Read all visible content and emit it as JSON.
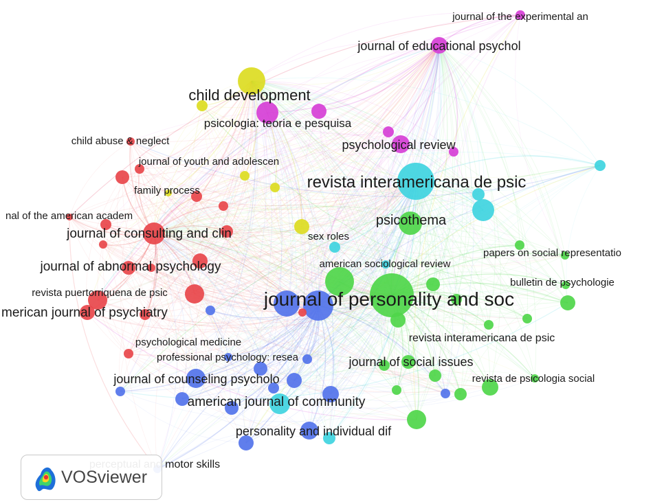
{
  "colors": {
    "red": "#e8474b",
    "yellow": "#dcdc22",
    "magenta": "#d63fd6",
    "cyan": "#3fd4e0",
    "green": "#4fd64a",
    "blue": "#5273ea"
  },
  "logo": {
    "text": "VOSviewer"
  },
  "labels": [
    {
      "id": "journal-of-the-experimental-an",
      "text": "journal of the experimental an",
      "cluster": "magenta"
    },
    {
      "id": "journal-of-educational-psychol",
      "text": "journal of educational psychol",
      "cluster": "magenta"
    },
    {
      "id": "child-development",
      "text": "child development",
      "cluster": "yellow"
    },
    {
      "id": "psicologia-teoria-e-pesquisa",
      "text": "psicologia: teoria e pesquisa",
      "cluster": "magenta"
    },
    {
      "id": "child-abuse-neglect",
      "text": "child abuse & neglect",
      "cluster": "red"
    },
    {
      "id": "psychological-review",
      "text": "psychological review",
      "cluster": "magenta"
    },
    {
      "id": "journal-of-youth-and-adolescen",
      "text": "journal of youth and adolescen",
      "cluster": "yellow"
    },
    {
      "id": "revista-interamericana-de-psic-1",
      "text": "revista interamericana de psic",
      "cluster": "cyan"
    },
    {
      "id": "family-process",
      "text": "family process",
      "cluster": "yellow"
    },
    {
      "id": "nal-of-the-american-academ",
      "text": "nal of the american academ",
      "cluster": "red"
    },
    {
      "id": "psicothema",
      "text": "psicothema",
      "cluster": "green"
    },
    {
      "id": "journal-of-consulting-and-clin",
      "text": "journal of consulting and clin",
      "cluster": "red"
    },
    {
      "id": "sex-roles",
      "text": "sex roles",
      "cluster": "yellow"
    },
    {
      "id": "papers-on-social-representatio",
      "text": "papers on social representatio",
      "cluster": "green"
    },
    {
      "id": "american-sociological-review",
      "text": "american sociological review",
      "cluster": "cyan"
    },
    {
      "id": "journal-of-abnormal-psychology",
      "text": "journal of abnormal psychology",
      "cluster": "red"
    },
    {
      "id": "bulletin-de-psychologie",
      "text": "bulletin de psychologie",
      "cluster": "green"
    },
    {
      "id": "revista-puertorriquena-de-psic",
      "text": "revista puertorriquena de psic",
      "cluster": "red"
    },
    {
      "id": "journal-of-personality-and-soc",
      "text": "journal of personality and soc",
      "cluster": "green"
    },
    {
      "id": "merican-journal-of-psychiatry",
      "text": "merican journal of psychiatry",
      "cluster": "red"
    },
    {
      "id": "revista-interamericana-de-psic-2",
      "text": "revista interamericana de psic",
      "cluster": "green"
    },
    {
      "id": "psychological-medicine",
      "text": "psychological medicine",
      "cluster": "red"
    },
    {
      "id": "professional-psychology-resea",
      "text": "professional psychology: resea",
      "cluster": "blue"
    },
    {
      "id": "journal-of-social-issues",
      "text": "journal of social issues",
      "cluster": "green"
    },
    {
      "id": "journal-of-counseling-psycholo",
      "text": "journal of counseling psycholo",
      "cluster": "blue"
    },
    {
      "id": "revista-de-psicologia-social",
      "text": "revista de psicologia social",
      "cluster": "green"
    },
    {
      "id": "american-journal-of-community",
      "text": "american journal of community",
      "cluster": "blue"
    },
    {
      "id": "personality-and-individual-dif",
      "text": "personality and individual dif",
      "cluster": "blue"
    },
    {
      "id": "perceptual-and-motor-skills",
      "text": "perceptual and motor skills",
      "cluster": "blue"
    }
  ]
}
